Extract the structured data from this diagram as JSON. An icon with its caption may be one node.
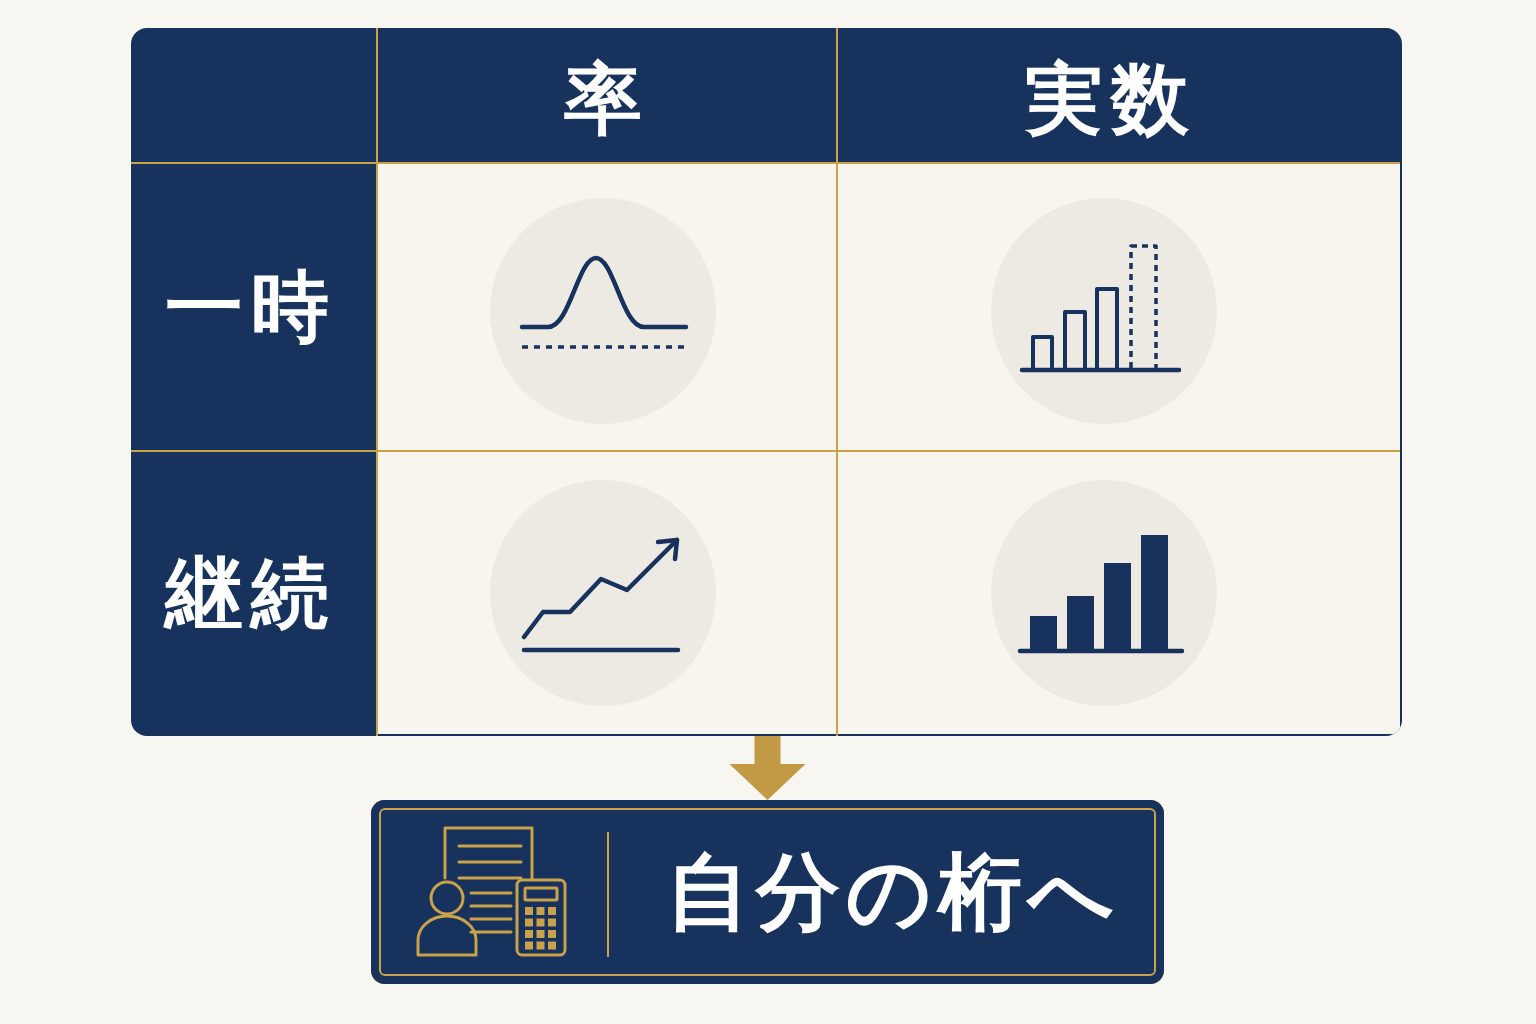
{
  "diagram": {
    "nodes": [
      {
        "text": [
          "率",
          "実数",
          "一時",
          "継続"
        ]
      },
      {
        "text": [
          "自分の桁へ"
        ]
      }
    ],
    "edges": [
      {
        "from": 0,
        "to": 1,
        "arrow": "to",
        "color": "#c29a45"
      }
    ]
  }
}
